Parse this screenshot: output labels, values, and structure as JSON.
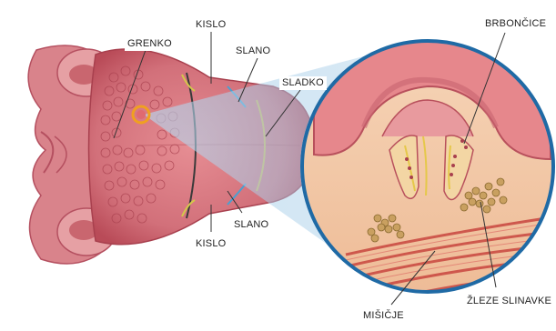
{
  "labels": {
    "grenko": "GRENKO",
    "kislo_top": "KISLO",
    "slano_top": "SLANO",
    "sladko": "SLADKO",
    "slano_bottom": "SLANO",
    "kislo_bottom": "KISLO",
    "brboncice": "BRBONČICE",
    "zleze_slinavke": "ŽLEZE SLINAVKE",
    "misicje": "MIŠIČJE"
  },
  "colors": {
    "tongue": "#d97f86",
    "tongue_dark": "#b94b58",
    "tissue_light": "#f3c9a8",
    "magnifier_beam": "#9fc8e6",
    "highlight_ring": "#f0a020",
    "muscle": "#c8463f"
  }
}
